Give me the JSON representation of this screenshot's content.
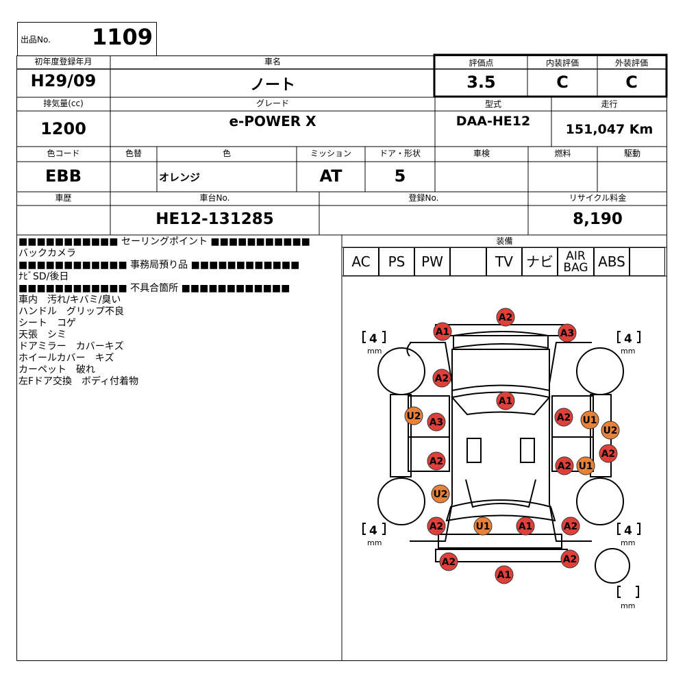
{
  "lot": {
    "label": "出品No.",
    "number": "1109"
  },
  "row1": {
    "reg_label": "初年度登録年月",
    "reg_value": "H29/09",
    "name_label": "車名",
    "name_value": "ノート",
    "score_label": "評価点",
    "score_value": "3.5",
    "interior_label": "内装評価",
    "interior_value": "C",
    "exterior_label": "外装評価",
    "exterior_value": "C"
  },
  "row2": {
    "cc_label": "排気量(cc)",
    "cc_value": "1200",
    "grade_label": "グレード",
    "grade_value": "e-POWER X",
    "model_label": "型式",
    "model_value": "DAA-HE12",
    "mileage_label": "走行",
    "mileage_value": "151,047 Km"
  },
  "row3": {
    "colorcode_label": "色コード",
    "colorcode_value": "EBB",
    "repaint_label": "色替",
    "repaint_value": "",
    "color_label": "色",
    "color_value": "オレンジ",
    "mission_label": "ミッション",
    "mission_value": "AT",
    "door_label": "ドア・形状",
    "door_value": "5",
    "inspection_label": "車検",
    "inspection_value": "",
    "fuel_label": "燃料",
    "fuel_value": "",
    "drive_label": "駆動",
    "drive_value": ""
  },
  "row4": {
    "history_label": "車歴",
    "history_value": "",
    "chassis_label": "車台No.",
    "chassis_value": "HE12-131285",
    "regno_label": "登録No.",
    "regno_value": "",
    "recycle_label": "リサイクル料金",
    "recycle_value": "8,190"
  },
  "sections": {
    "selling_header": "■■■■■■■■■■■ セーリングポイント ■■■■■■■■■■■",
    "selling_text": "バックカメラ",
    "office_header": "■■■■■■■■■■■■ 事務局預り品 ■■■■■■■■■■■■",
    "office_text": "ﾅﾋﾞSD/後日",
    "defect_header": "■■■■■■■■■■■■ 不具合箇所 ■■■■■■■■■■■■",
    "defect_lines": [
      "車内　汚れ/キバミ/臭い",
      "ハンドル　グリップ不良",
      "シート　コゲ",
      "天張　シミ",
      "ドアミラー　カバーキズ",
      "ホイールカバー　キズ",
      "カーペット　破れ",
      "左Fドア交換　ボディ付着物"
    ]
  },
  "equipment": {
    "label": "装備",
    "items": [
      "AC",
      "PS",
      "PW",
      "",
      "TV",
      "ナビ",
      "AIR BAG",
      "ABS",
      ""
    ]
  },
  "diagram": {
    "tread_fl": "4",
    "tread_fr": "4",
    "tread_rl": "4",
    "tread_rr": "4",
    "tread_spare": "",
    "unit": "mm",
    "markers": [
      {
        "code": "A2",
        "type": "A"
      },
      {
        "code": "A1",
        "type": "A"
      },
      {
        "code": "A3",
        "type": "A"
      },
      {
        "code": "A2",
        "type": "A"
      },
      {
        "code": "A1",
        "type": "A"
      },
      {
        "code": "U2",
        "type": "U"
      },
      {
        "code": "A3",
        "type": "A"
      },
      {
        "code": "A2",
        "type": "A"
      },
      {
        "code": "U1",
        "type": "U"
      },
      {
        "code": "U2",
        "type": "U"
      },
      {
        "code": "A2",
        "type": "A"
      },
      {
        "code": "A2",
        "type": "A"
      },
      {
        "code": "A2",
        "type": "A"
      },
      {
        "code": "U1",
        "type": "U"
      },
      {
        "code": "U2",
        "type": "U"
      },
      {
        "code": "A2",
        "type": "A"
      },
      {
        "code": "U1",
        "type": "U"
      },
      {
        "code": "A1",
        "type": "A"
      },
      {
        "code": "A2",
        "type": "A"
      },
      {
        "code": "A2",
        "type": "A"
      },
      {
        "code": "A2",
        "type": "A"
      },
      {
        "code": "A1",
        "type": "A"
      }
    ],
    "colors": {
      "A": "#e0403a",
      "U": "#e8823a"
    }
  }
}
